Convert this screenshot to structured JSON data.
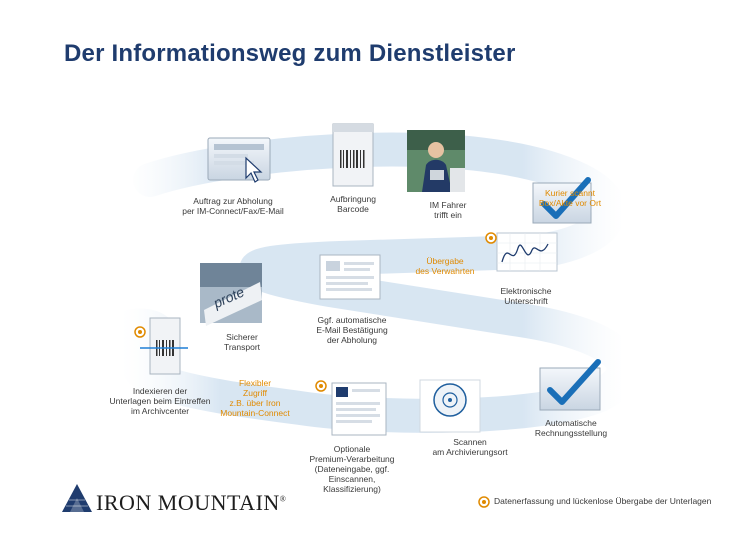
{
  "title": "Der Informationsweg zum Dienstleister",
  "steps": {
    "order": "Auftrag zur Abholung\nper IM-Connect/Fax/E-Mail",
    "barcode": "Aufbringung\nBarcode",
    "driver": "IM Fahrer\ntrifft ein",
    "courier": "Kurier scannt\nBox/Akte vor Ort",
    "handover": "Übergabe\ndes Verwahrten",
    "signature": "Elektronische\nUnterschrift",
    "confirmation": "Ggf. automatische\nE-Mail Bestätigung\nder Abholung",
    "transport": "Sicherer\nTransport",
    "indexing": "Indexieren der\nUnterlagen beim Eintreffen\nim Archivcenter",
    "access": "Flexibler\nZugriff\nz.B. über Iron\nMountain-Connect",
    "billing": "Automatische\nRechnungsstellung",
    "scanning": "Scannen\nam Archivierungsort",
    "premium": "Optionale\nPremium-Verarbeitung\n(Dateneingabe, ggf.\nEinscannen,\nKlassifizierung)"
  },
  "logo": {
    "text": "IRON MOUNTAIN",
    "mark": "®"
  },
  "legend": {
    "text": "Datenerfassung und lückenlose Übergabe der Unterlagen"
  },
  "colors": {
    "title": "#1f3c6e",
    "band": "#dce8f3",
    "accent": "#e08a00",
    "check": "#1a6fb8"
  }
}
